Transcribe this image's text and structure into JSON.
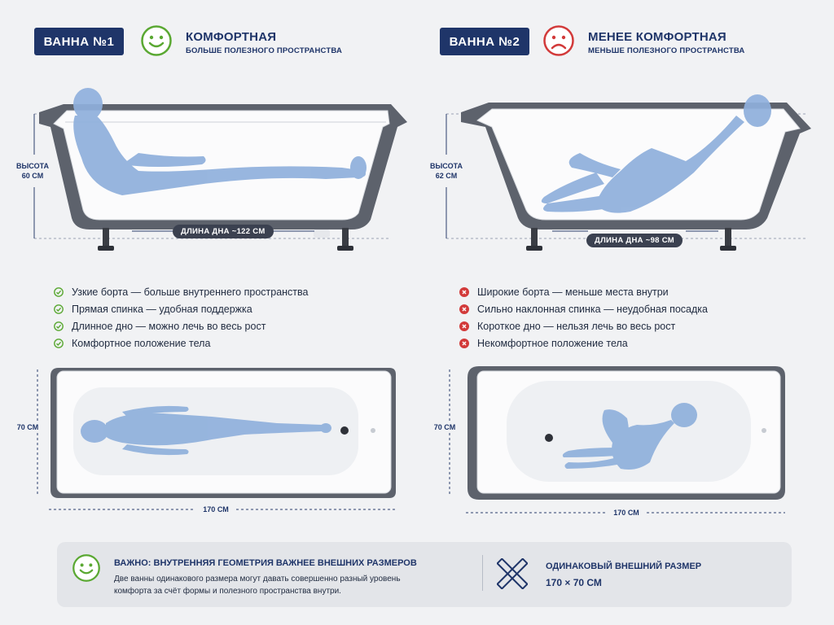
{
  "left": {
    "badge": "ВАННА №1",
    "title": "КОМФОРТНАЯ",
    "subtitle": "БОЛЬШЕ ПОЛЕЗНОГО ПРОСТРАНСТВА",
    "height_label": "ВЫСОТА",
    "height_value": "60 СМ",
    "bottom_length": "ДЛИНА ДНА ~122 СМ",
    "features": [
      "Узкие борта — больше внутреннего пространства",
      "Прямая спинка — удобная поддержка",
      "Длинное дно — можно лечь во весь рост",
      "Комфортное положение тела"
    ],
    "width_label": "70 СМ",
    "length_label": "170 СМ"
  },
  "right": {
    "badge": "ВАННА №2",
    "title": "МЕНЕЕ КОМФОРТНАЯ",
    "subtitle": "МЕНЬШЕ ПОЛЕЗНОГО ПРОСТРАНСТВА",
    "height_label": "ВЫСОТА",
    "height_value": "62 СМ",
    "bottom_length": "ДЛИНА ДНА ~98 СМ",
    "features": [
      "Широкие борта — меньше места внутри",
      "Сильно наклонная спинка — неудобная посадка",
      "Короткое дно — нельзя лечь во весь рост",
      "Некомфортное положение тела"
    ],
    "width_label": "70 СМ",
    "length_label": "170 СМ"
  },
  "note": {
    "title": "ВАЖНО: ВНУТРЕННЯЯ ГЕОМЕТРИЯ ВАЖНЕЕ ВНЕШНИХ РАЗМЕРОВ",
    "text": "Две ванны одинакового размера могут давать совершенно разный уровень комфорта за счёт формы и полезного пространства внутри.",
    "right_title": "ОДИНАКОВЫЙ ВНЕШНИЙ РАЗМЕР",
    "right_value": "170 × 70 СМ"
  },
  "colors": {
    "navy": "#1f3569",
    "good": "#5aa832",
    "bad": "#d23a3a",
    "figure": "#8fb0dc"
  },
  "icons": {
    "left_face": "smiley-face-icon",
    "right_face": "sad-face-icon",
    "good_item": "check-circle-icon",
    "bad_item": "x-circle-icon",
    "note_face": "smiley-face-icon",
    "ruler": "crossed-rulers-icon"
  }
}
